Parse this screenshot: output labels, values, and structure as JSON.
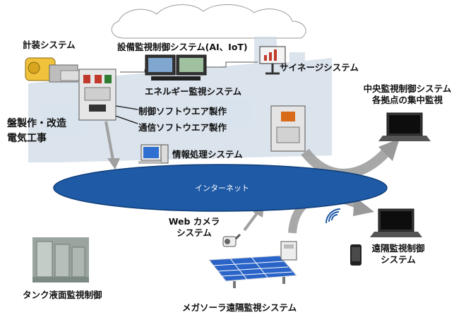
{
  "labels": {
    "instrumentation": "計装システム",
    "facility_monitoring": "設備監視制御システム(AI、IoT)",
    "signage": "サイネージシステム",
    "energy_monitoring": "エネルギー監視システム",
    "control_software": "制御ソフトウエア製作",
    "comm_software": "通信ソフトウエア製作",
    "panel_line1": "盤製作・改造",
    "panel_line2": "電気工事",
    "info_processing": "情報処理システム",
    "central_line1": "中央監視制御システム",
    "central_line2": "各拠点の集中監視",
    "internet": "インターネット",
    "webcam_line1": "Web カメラ",
    "webcam_line2": "システム",
    "remote_line1": "遠隔監視制御",
    "remote_line2": "システム",
    "tank": "タンク液面監視制御",
    "mega_solar": "メガソーラ遠隔監視システム"
  },
  "colors": {
    "internet_fill": "#1f5aa6",
    "building": "#c8d4e2",
    "arrow_gray": "#999999",
    "panel_body": "#e6e6e6",
    "solar_blue": "#2a64c8"
  }
}
